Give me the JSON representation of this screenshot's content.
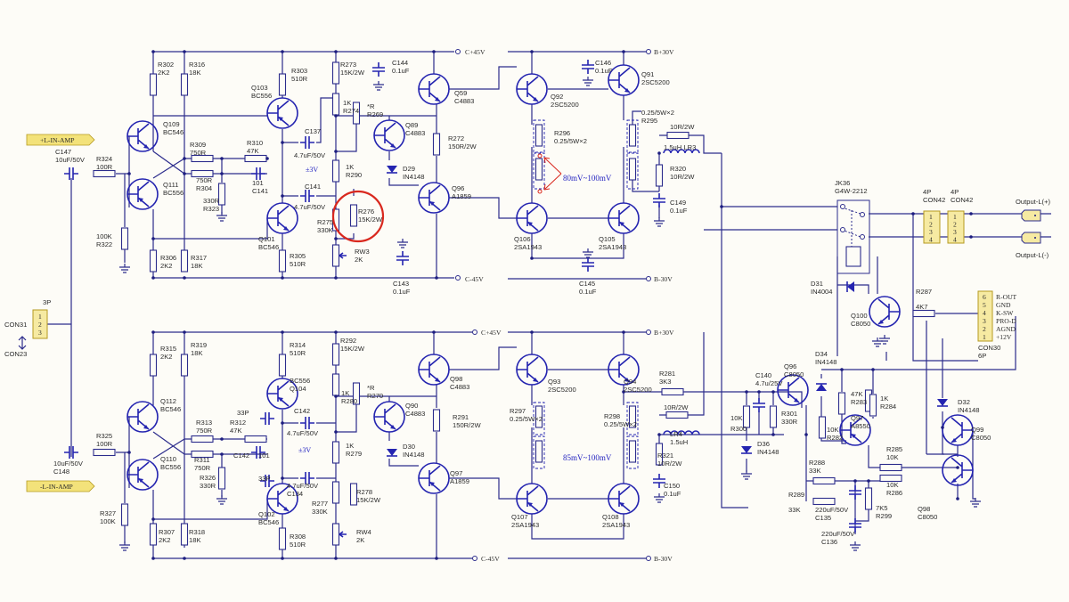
{
  "tags": {
    "in_pos": "+L-IN-AMP",
    "in_neg": "-L-IN-AMP"
  },
  "rails": {
    "c_pos_top": "C+45V",
    "c_neg_top": "C-45V",
    "b_pos_top": "B+30V",
    "b_neg_top": "B-30V",
    "c_pos_bot": "C+45V",
    "c_neg_bot": "C-45V",
    "b_pos_bot": "B+30V",
    "b_neg_bot": "B-30V"
  },
  "notes": {
    "v_top": "80mV~100mV",
    "v_bot": "85mV~100mV",
    "pm3v_top": "±3V",
    "pm3v_bot": "±3V"
  },
  "outputs": {
    "pos": "Output-L(+)",
    "neg": "Output-L(-)"
  },
  "con30_pins": [
    {
      "n": "6",
      "label": "R-OUT"
    },
    {
      "n": "5",
      "label": "GND"
    },
    {
      "n": "4",
      "label": "K-SW"
    },
    {
      "n": "3",
      "label": "PRO-D"
    },
    {
      "n": "2",
      "label": "AGND"
    },
    {
      "n": "1",
      "label": "+12V"
    }
  ],
  "con42_pins": [
    "1",
    "2",
    "3",
    "4"
  ],
  "con31_pins": [
    "1",
    "2",
    "3"
  ],
  "labels": [
    [
      "R302",
      "2K2"
    ],
    [
      "R316",
      "18K"
    ],
    [
      "R303",
      "510R"
    ],
    [
      "R273",
      "15K/2W"
    ],
    [
      "C144",
      "0.1uF"
    ],
    [
      "Q59",
      "C4883"
    ],
    [
      "Q103",
      "BC556"
    ],
    [
      "Q109",
      "BC546"
    ],
    [
      "Q111",
      "BC556"
    ],
    [
      "C147",
      "10uF/50V"
    ],
    [
      "R324",
      "100R"
    ],
    [
      "100K",
      "R322"
    ],
    [
      "R309",
      "750R"
    ],
    [
      "R310",
      "47K"
    ],
    [
      "750R",
      "R304"
    ],
    [
      "101",
      "C141"
    ],
    [
      "330R",
      "R323"
    ],
    [
      "C137"
    ],
    [
      "4.7uF/50V"
    ],
    [
      "C141"
    ],
    [
      "4.7uF/50V"
    ],
    [
      "Q101",
      "BC546"
    ],
    [
      "R306",
      "2K2"
    ],
    [
      "R317",
      "18K"
    ],
    [
      "R305",
      "510R"
    ],
    [
      "1K",
      "R274"
    ],
    [
      "*R",
      "R269"
    ],
    [
      "Q89",
      "C4883"
    ],
    [
      "1K",
      "R290"
    ],
    [
      "D29",
      "IN4148"
    ],
    [
      "R272",
      "150R/2W"
    ],
    [
      "R276",
      "15K/2W"
    ],
    [
      "R275",
      "330K"
    ],
    [
      "RW3",
      "2K"
    ],
    [
      "C143",
      "0.1uF"
    ],
    [
      "Q96",
      "A1859"
    ],
    [
      "Q92",
      "2SC5200"
    ],
    [
      "Q91",
      "2SC5200"
    ],
    [
      "C146",
      "0.1uF"
    ],
    [
      "0.25/5W×2",
      "R295"
    ],
    [
      "R296",
      "0.25/5W×2"
    ],
    [
      "Q106",
      "2SA1943"
    ],
    [
      "Q105",
      "2SA1943"
    ],
    [
      "C145",
      "0.1uF"
    ],
    [
      "10R/2W"
    ],
    [
      "1.5uH  LR3"
    ],
    [
      "R320",
      "10R/2W"
    ],
    [
      "C149",
      "0.1uF"
    ],
    [
      "JK36",
      "G4W-2212"
    ],
    [
      "4P",
      "CON42"
    ],
    [
      "4P",
      "CON42"
    ],
    [
      "D31",
      "IN4004"
    ],
    [
      "Q100",
      "C8050"
    ],
    [
      "R287"
    ],
    [
      "4K7"
    ],
    [
      "CON30",
      "6P"
    ],
    [
      "R315",
      "2K2"
    ],
    [
      "R319",
      "18K"
    ],
    [
      "R314",
      "510R"
    ],
    [
      "R292",
      "15K/2W"
    ],
    [
      "BC556",
      "Q104"
    ],
    [
      "Q98",
      "C4883"
    ],
    [
      "Q112",
      "BC546"
    ],
    [
      "1K",
      "R280"
    ],
    [
      "*R",
      "R270"
    ],
    [
      "Q90",
      "C4883"
    ],
    [
      "33P"
    ],
    [
      "C142"
    ],
    [
      "4.7uF/50V"
    ],
    [
      "R291",
      "150R/2W"
    ],
    [
      "R313",
      "750R"
    ],
    [
      "R312",
      "47K"
    ],
    [
      "R325",
      "100R"
    ],
    [
      "R311",
      "750R"
    ],
    [
      "C142"
    ],
    [
      "101"
    ],
    [
      "1K",
      "R279"
    ],
    [
      "D30",
      "IN4148"
    ],
    [
      "Q110",
      "BC556"
    ],
    [
      "10uF/50V",
      "C148"
    ],
    [
      "R326",
      "330R"
    ],
    [
      "33P"
    ],
    [
      "4.7uF/50V",
      "C134"
    ],
    [
      "R278",
      "15K/2W"
    ],
    [
      "Q97",
      "A1859"
    ],
    [
      "R277",
      "330K"
    ],
    [
      "Q102",
      "BC546"
    ],
    [
      "R327",
      "100K"
    ],
    [
      "R307",
      "2K2"
    ],
    [
      "R318",
      "18K"
    ],
    [
      "RW4",
      "2K"
    ],
    [
      "R308",
      "510R"
    ],
    [
      "Q93",
      "2SC5200"
    ],
    [
      "Q94",
      "2SC5200"
    ],
    [
      "R281",
      "3K3"
    ],
    [
      "R297",
      "0.25/5W×2"
    ],
    [
      "R298",
      "0.25/5W×2"
    ],
    [
      "10R/2W"
    ],
    [
      "LR4",
      "1.5uH"
    ],
    [
      "R321",
      "10R/2W"
    ],
    [
      "C150",
      "0.1uF"
    ],
    [
      "Q107",
      "2SA1943"
    ],
    [
      "Q108",
      "2SA1943"
    ],
    [
      "C140",
      "4.7u/25V"
    ],
    [
      "Q96",
      "C8050"
    ],
    [
      "D34",
      "IN4148"
    ],
    [
      "10K"
    ],
    [
      "R300"
    ],
    [
      "R301",
      "330R"
    ],
    [
      "D36",
      "IN4148"
    ],
    [
      "47K",
      "R283"
    ],
    [
      "1K",
      "R284"
    ],
    [
      "Q97",
      "A8550"
    ],
    [
      "10K",
      "R282"
    ],
    [
      "R285",
      "10K"
    ],
    [
      "R288",
      "33K"
    ],
    [
      "10K",
      "R286"
    ],
    [
      "R289"
    ],
    [
      "33K"
    ],
    [
      "220uF/50V",
      "C135"
    ],
    [
      "7K5",
      "R299"
    ],
    [
      "220uF/50V",
      "C136"
    ],
    [
      "D32",
      "IN4148"
    ],
    [
      "Q99",
      "C8050"
    ],
    [
      "Q98",
      "C8050"
    ],
    [
      "CON31"
    ],
    [
      "CON23"
    ],
    [
      "3P"
    ]
  ],
  "highlight": {
    "component": "R276",
    "color": "#d9281e"
  },
  "colors": {
    "wire": "#2c2c8c",
    "symbol": "#2424b0",
    "tag": "#f3e27a",
    "connector": "#f6eaa2",
    "annotation": "#2424c0",
    "arrow": "#d9281e"
  }
}
